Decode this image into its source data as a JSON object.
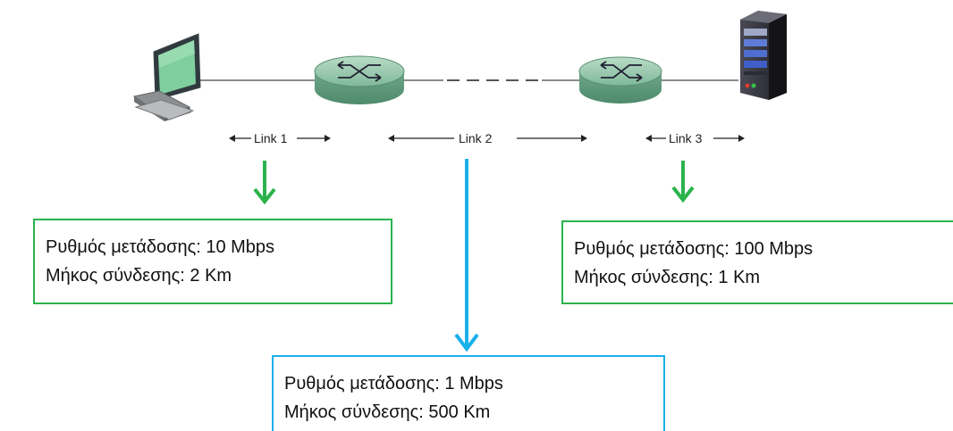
{
  "links": [
    {
      "label": "Link 1"
    },
    {
      "label": "Link 2"
    },
    {
      "label": "Link 3"
    }
  ],
  "boxes": [
    {
      "rate": "Ρυθμός μετάδοσης: 10 Mbps",
      "length": "Μήκος σύνδεσης: 2 Km"
    },
    {
      "rate": "Ρυθμός μετάδοσης: 1 Mbps",
      "length": "Μήκος σύνδεσης: 500 Km"
    },
    {
      "rate": "Ρυθμός μετάδοσης: 100 Mbps",
      "length": "Μήκος σύνδεσης: 1 Km"
    }
  ],
  "colors": {
    "green": "#2bb24c",
    "blue": "#1ab0ea",
    "router": "#7fb89a"
  }
}
